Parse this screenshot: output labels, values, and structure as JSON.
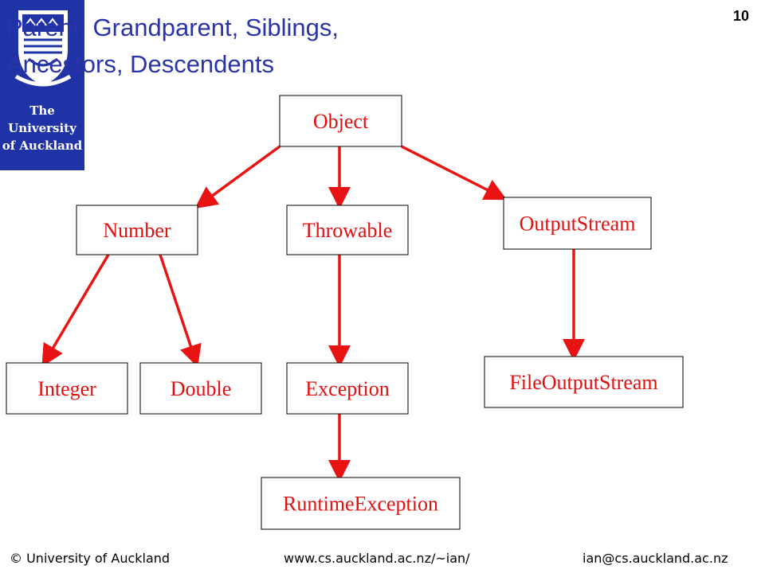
{
  "slide": {
    "number": "10",
    "title": "Parent, Grandparent, Siblings, Ancestors, Descendents"
  },
  "logo": {
    "text": [
      "The",
      "University",
      "of Auckland"
    ]
  },
  "diagram": {
    "nodes": [
      {
        "id": "object",
        "label": "Object"
      },
      {
        "id": "number",
        "label": "Number"
      },
      {
        "id": "throwable",
        "label": "Throwable"
      },
      {
        "id": "outputstream",
        "label": "OutputStream"
      },
      {
        "id": "integer",
        "label": "Integer"
      },
      {
        "id": "double",
        "label": "Double"
      },
      {
        "id": "exception",
        "label": "Exception"
      },
      {
        "id": "fileoutputstream",
        "label": "FileOutputStream"
      },
      {
        "id": "runtimeexception",
        "label": "RuntimeException"
      }
    ],
    "edges": [
      {
        "from": "object",
        "to": "number"
      },
      {
        "from": "object",
        "to": "throwable"
      },
      {
        "from": "object",
        "to": "outputstream"
      },
      {
        "from": "number",
        "to": "integer"
      },
      {
        "from": "number",
        "to": "double"
      },
      {
        "from": "throwable",
        "to": "exception"
      },
      {
        "from": "outputstream",
        "to": "fileoutputstream"
      },
      {
        "from": "exception",
        "to": "runtimeexception"
      }
    ],
    "colors": {
      "node_text": "#e01010",
      "edge": "#e81414",
      "title": "#2a34a8",
      "logo_bg": "#1f33a6"
    }
  },
  "footer": {
    "left": "© University of Auckland",
    "middle": "www.cs.auckland.ac.nz/~ian/",
    "right": "ian@cs.auckland.ac.nz"
  }
}
